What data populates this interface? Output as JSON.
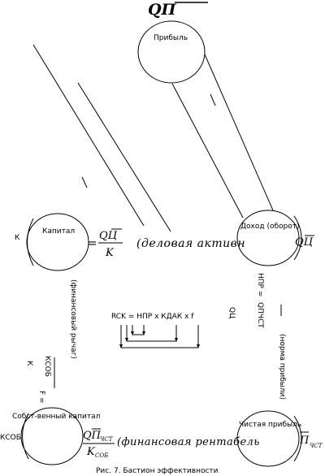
{
  "diagram": {
    "top_symbol": "QП",
    "nodes": {
      "profit": "Прибыль",
      "capital": "Капитал",
      "income": "Доход (оборот)",
      "own_capital": "Собст-венный капитал",
      "net_profit": "Чистая прибыль"
    },
    "left_marks": {
      "k": "К",
      "kcob": "КСОБ"
    },
    "formulas": {
      "business_activity": {
        "prefix": "=",
        "numerator": "QЦ",
        "denominator": "K",
        "text": "(деловая активн",
        "tail": "QЦ"
      },
      "financial_return": {
        "numerator": "QП",
        "numerator_sub": "ЧСТ",
        "denominator": "K",
        "denominator_sub": "СОБ",
        "text": "(финансовая рентабель",
        "tail": "П",
        "tail_sub": "ЧСТ"
      }
    },
    "center_formula": "RCK  =  НПР  x   КДАК  x  f",
    "vertical_labels": {
      "fin_lever": "(финансовый рычаг)",
      "npr": "НПР  =",
      "qpchst": "QПЧСТ",
      "qc": "QЦ",
      "norm_profit": "(норма прибыли)",
      "k_small": "К",
      "kcob_small": "КСОБ",
      "f_eq": "F ="
    },
    "caption": "Рис. 7. Бастион эффективности"
  }
}
